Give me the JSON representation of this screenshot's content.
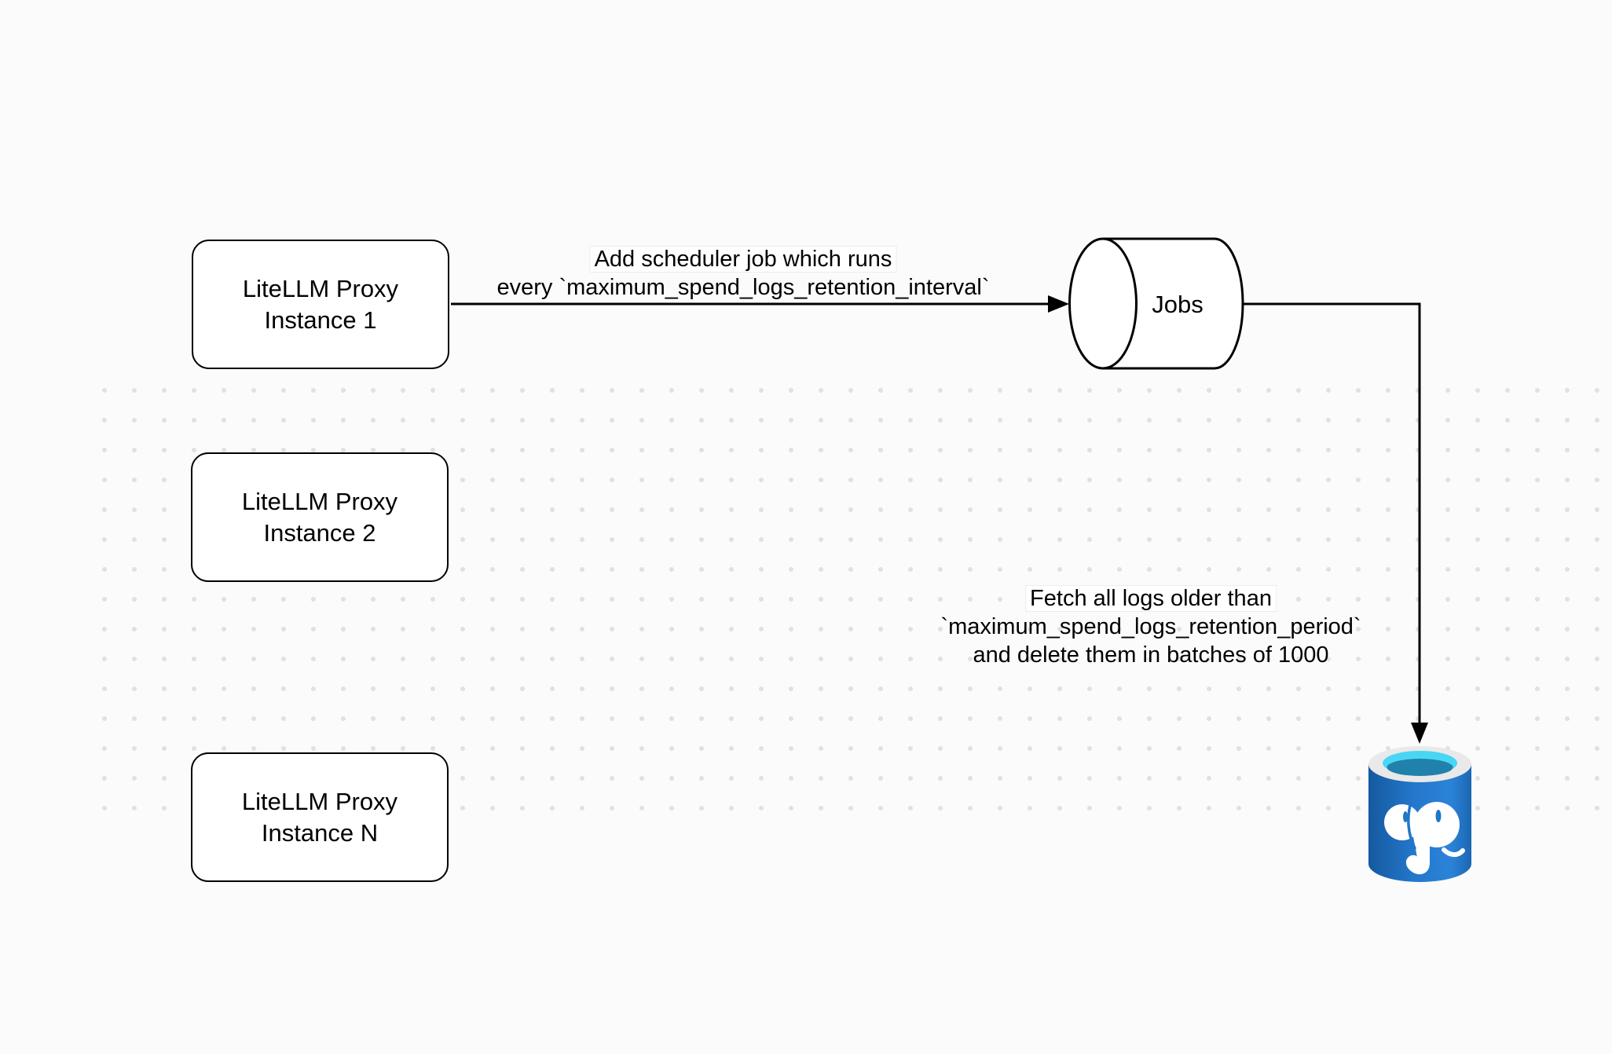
{
  "diagram": {
    "nodes": [
      {
        "id": "instance1",
        "type": "rounded-rectangle",
        "label_line1": "LiteLLM Proxy",
        "label_line2": "Instance 1"
      },
      {
        "id": "instance2",
        "type": "rounded-rectangle",
        "label_line1": "LiteLLM Proxy",
        "label_line2": "Instance 2"
      },
      {
        "id": "instanceN",
        "type": "rounded-rectangle",
        "label_line1": "LiteLLM Proxy",
        "label_line2": "Instance N"
      },
      {
        "id": "jobs",
        "type": "horizontal-cylinder",
        "label": "Jobs"
      },
      {
        "id": "postgres",
        "type": "icon",
        "icon": "postgresql-database-icon"
      }
    ],
    "edges": [
      {
        "from": "instance1",
        "to": "jobs",
        "label_line1": "Add scheduler job which runs",
        "label_line2": "every `maximum_spend_logs_retention_interval`"
      },
      {
        "from": "jobs",
        "to": "postgres",
        "label_line1": "Fetch all logs older than",
        "label_line2": "`maximum_spend_logs_retention_period`",
        "label_line3": "and delete them in batches of 1000"
      }
    ],
    "colors": {
      "stroke": "#000000",
      "node_fill": "#ffffff",
      "canvas_background": "#fbfbfb",
      "grid_dot": "#e1e1e1",
      "postgres_body_blue": "#2176c7",
      "postgres_body_blue_dark": "#15599f",
      "postgres_rim_gray": "#e9e9e9",
      "postgres_water_cyan": "#49d6f5",
      "postgres_water_teal": "#2181ad",
      "postgres_elephant": "#ffffff"
    }
  }
}
